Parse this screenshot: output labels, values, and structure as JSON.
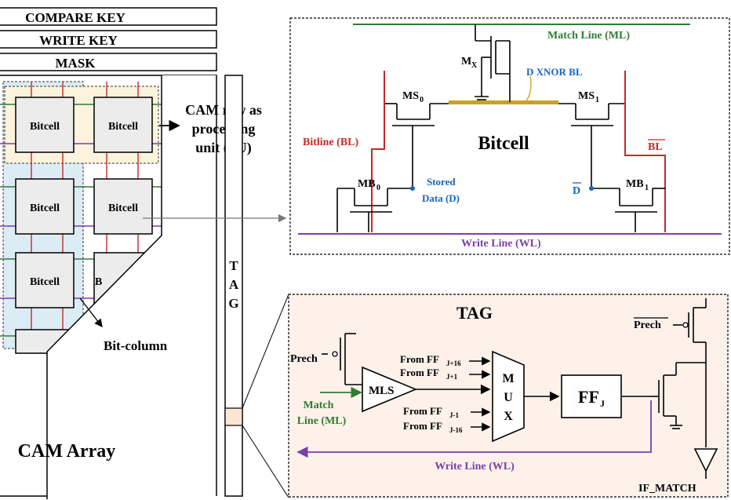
{
  "header_bars": {
    "compare_key": "COMPARE KEY",
    "write_key": "WRITE KEY",
    "mask": "MASK"
  },
  "array": {
    "bitcell": "Bitcell",
    "partial_cell": "B",
    "bit_column": "Bit-column",
    "title": "CAM Array",
    "pu_label_1": "CAM row as",
    "pu_label_2": "processing",
    "pu_label_3": "unit (PU)"
  },
  "tag_column": {
    "t": "T",
    "a": "A",
    "g": "G"
  },
  "bitcell_detail": {
    "match_line": "Match Line (ML)",
    "mx_main": "M",
    "mx_sub": "X",
    "xnor": "D XNOR BL",
    "ms0_main": "MS",
    "ms0_sub": "0",
    "ms1_main": "MS",
    "ms1_sub": "1",
    "bitline": "Bitline (BL)",
    "bitline_bar": "BL",
    "title": "Bitcell",
    "mb0_main": "MB",
    "mb0_sub": "0",
    "mb1_main": "MB",
    "mb1_sub": "1",
    "stored_1": "Stored",
    "stored_2": "Data (D)",
    "dbar": "D",
    "write_line": "Write Line (WL)"
  },
  "tag_detail": {
    "title": "TAG",
    "prech": "Prech",
    "prech_bar": "Prech",
    "mls": "MLS",
    "match_1": "Match",
    "match_2": "Line (ML)",
    "from_j16p": "From FF",
    "from_j16p_sub": "J+16",
    "from_j1p": "From FF",
    "from_j1p_sub": "J+1",
    "from_j1m": "From FF",
    "from_j1m_sub": "J-1",
    "from_j16m": "From FF",
    "from_j16m_sub": "J-16",
    "mux_m": "M",
    "mux_u": "U",
    "mux_x": "X",
    "ff_main": "FF",
    "ff_sub": "J",
    "write_line": "Write Line (WL)",
    "if_match": "IF_MATCH"
  },
  "colors": {
    "match_line": "#2e7d32",
    "bitline": "#c62828",
    "write_line": "#7b3fa8",
    "stored": "#1565c0",
    "xnor": "#c9a227",
    "row_highlight": "#fbf3dc",
    "col_highlight": "#dcecf5",
    "tag_bg": "#fdf1ea"
  }
}
